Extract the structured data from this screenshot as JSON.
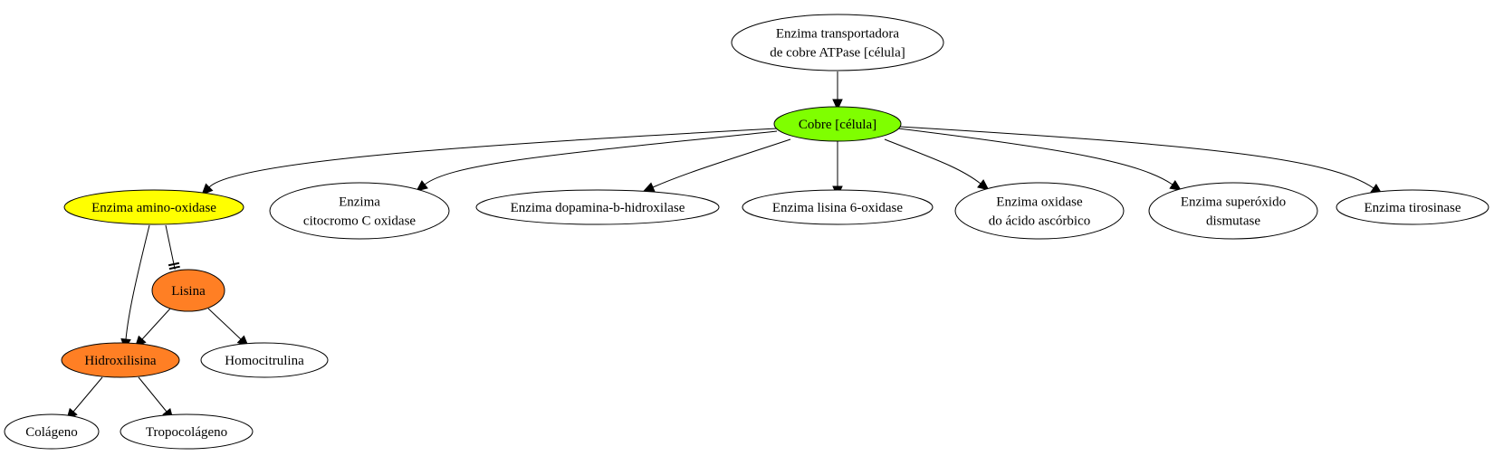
{
  "diagram": {
    "colors": {
      "default_fill": "#ffffff",
      "cobre": "#7fff00",
      "amino_oxidase": "#ffff00",
      "lisina_group": "#ff7f24",
      "stroke": "#000000"
    },
    "nodes": [
      {
        "id": "transportadora",
        "lines": [
          "Enzima transportadora",
          "de cobre ATPase [célula]"
        ],
        "fill": "#ffffff"
      },
      {
        "id": "cobre",
        "lines": [
          "Cobre [célula]"
        ],
        "fill": "#7fff00"
      },
      {
        "id": "amino_oxidase",
        "lines": [
          "Enzima amino-oxidase"
        ],
        "fill": "#ffff00"
      },
      {
        "id": "citocromo",
        "lines": [
          "Enzima",
          "citocromo C oxidase"
        ],
        "fill": "#ffffff"
      },
      {
        "id": "dopamina",
        "lines": [
          "Enzima dopamina-b-hidroxilase"
        ],
        "fill": "#ffffff"
      },
      {
        "id": "lisina_oxidase",
        "lines": [
          "Enzima lisina 6-oxidase"
        ],
        "fill": "#ffffff"
      },
      {
        "id": "ascorbico",
        "lines": [
          "Enzima oxidase",
          "do ácido ascórbico"
        ],
        "fill": "#ffffff"
      },
      {
        "id": "superoxido",
        "lines": [
          "Enzima superóxido",
          "dismutase"
        ],
        "fill": "#ffffff"
      },
      {
        "id": "tirosinase",
        "lines": [
          "Enzima tirosinase"
        ],
        "fill": "#ffffff"
      },
      {
        "id": "lisina",
        "lines": [
          "Lisina"
        ],
        "fill": "#ff7f24"
      },
      {
        "id": "hidroxilisina",
        "lines": [
          "Hidroxilisina"
        ],
        "fill": "#ff7f24"
      },
      {
        "id": "homocitrulina",
        "lines": [
          "Homocitrulina"
        ],
        "fill": "#ffffff"
      },
      {
        "id": "colageno",
        "lines": [
          "Colágeno"
        ],
        "fill": "#ffffff"
      },
      {
        "id": "tropocolageno",
        "lines": [
          "Tropocolágeno"
        ],
        "fill": "#ffffff"
      }
    ],
    "edges": [
      {
        "from": "transportadora",
        "to": "cobre",
        "head": "arrow"
      },
      {
        "from": "cobre",
        "to": "amino_oxidase",
        "head": "arrow"
      },
      {
        "from": "cobre",
        "to": "citocromo",
        "head": "arrow"
      },
      {
        "from": "cobre",
        "to": "dopamina",
        "head": "arrow"
      },
      {
        "from": "cobre",
        "to": "lisina_oxidase",
        "head": "arrow"
      },
      {
        "from": "cobre",
        "to": "ascorbico",
        "head": "arrow"
      },
      {
        "from": "cobre",
        "to": "superoxido",
        "head": "arrow"
      },
      {
        "from": "cobre",
        "to": "tirosinase",
        "head": "arrow"
      },
      {
        "from": "amino_oxidase",
        "to": "hidroxilisina",
        "head": "arrow"
      },
      {
        "from": "amino_oxidase",
        "to": "lisina",
        "head": "tee"
      },
      {
        "from": "lisina",
        "to": "hidroxilisina",
        "head": "arrow"
      },
      {
        "from": "lisina",
        "to": "homocitrulina",
        "head": "arrow"
      },
      {
        "from": "hidroxilisina",
        "to": "colageno",
        "head": "arrow"
      },
      {
        "from": "hidroxilisina",
        "to": "tropocolageno",
        "head": "arrow"
      }
    ]
  }
}
